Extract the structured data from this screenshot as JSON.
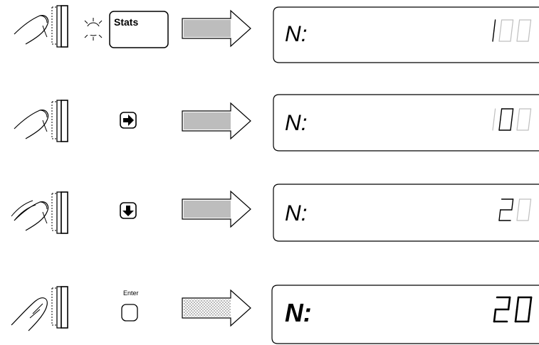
{
  "keys": {
    "stats_label": "Stats",
    "enter_label": "Enter"
  },
  "display_label": "N:",
  "steps": [
    {
      "action": "press",
      "key": "Stats",
      "key_icon": "sunburst-press-icon",
      "display_value": "100",
      "lit_digits": [
        true,
        false,
        false
      ],
      "arrow": "solid-gray"
    },
    {
      "action": "press",
      "key": "right-arrow",
      "key_icon": "right-arrow-key-icon",
      "display_value": "100",
      "lit_digits": [
        false,
        true,
        false
      ],
      "arrow": "solid-gray"
    },
    {
      "action": "press-repeatedly",
      "key": "down-arrow",
      "key_icon": "down-arrow-key-icon",
      "display_value": "20",
      "lit_digits": [
        true,
        false
      ],
      "arrow": "solid-gray"
    },
    {
      "action": "press",
      "key": "Enter",
      "key_icon": "enter-key-icon",
      "display_value": "20",
      "lit_digits": [
        true,
        true
      ],
      "arrow": "dotted"
    }
  ],
  "colors": {
    "lit": "#000000",
    "dim": "#bfbfbf",
    "arrow_fill": "#bdbdbd",
    "panel_border": "#000000"
  }
}
